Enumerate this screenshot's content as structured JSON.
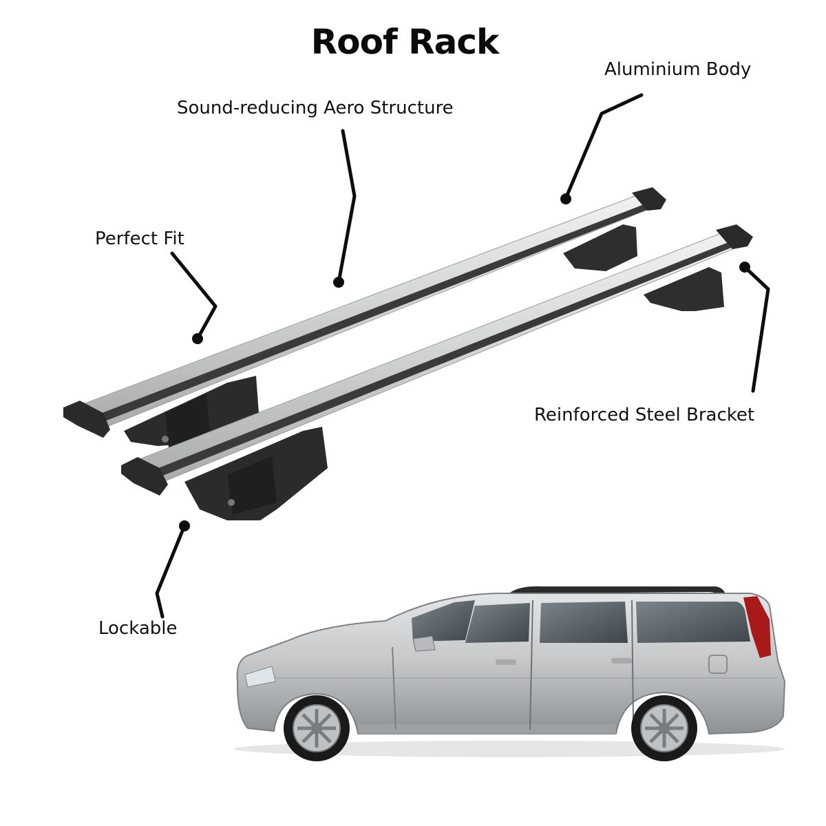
{
  "title": "Roof Rack",
  "features": {
    "aero": "Sound-reducing Aero Structure",
    "aluminium": "Aluminium Body",
    "fit": "Perfect Fit",
    "steel": "Reinforced Steel Bracket",
    "lock": "Lockable"
  },
  "colors": {
    "bar_silver": "#cfd0d0",
    "bar_dark_groove": "#3a3a3a",
    "bracket_black": "#2b2b2b",
    "car_body": "#c6c8ca",
    "glass": "#5d666c",
    "leader_line": "#0d0d0d"
  }
}
